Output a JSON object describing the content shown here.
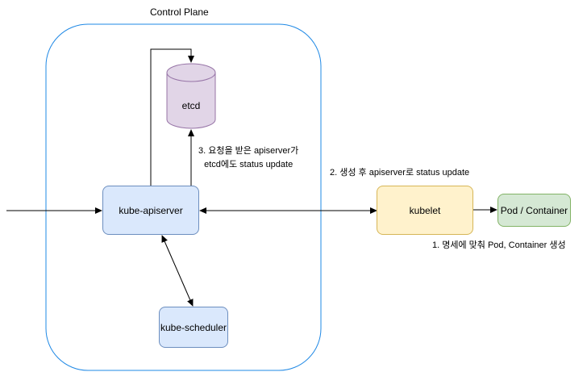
{
  "control_plane": {
    "label": "Control Plane"
  },
  "nodes": {
    "etcd": "etcd",
    "apiserver": "kube-apiserver",
    "scheduler": "kube-scheduler",
    "kubelet": "kubelet",
    "pod": "Pod / Container"
  },
  "notes": {
    "step3_line1": "3. 요청을 받은 apiserver가",
    "step3_line2": "etcd에도 status update",
    "step2": "2. 생성 후 apiserver로 status update",
    "step1": "1. 명세에 맞춰 Pod, Container 생성"
  },
  "colors": {
    "control_plane_border": "#1e88e5",
    "blue_fill": "#dae8fc",
    "blue_stroke": "#6c8ebf",
    "purple_fill": "#e1d5e7",
    "purple_stroke": "#9673a6",
    "yellow_fill": "#fff2cc",
    "yellow_stroke": "#d6b656",
    "green_fill": "#d5e8d4",
    "green_stroke": "#82b366"
  }
}
